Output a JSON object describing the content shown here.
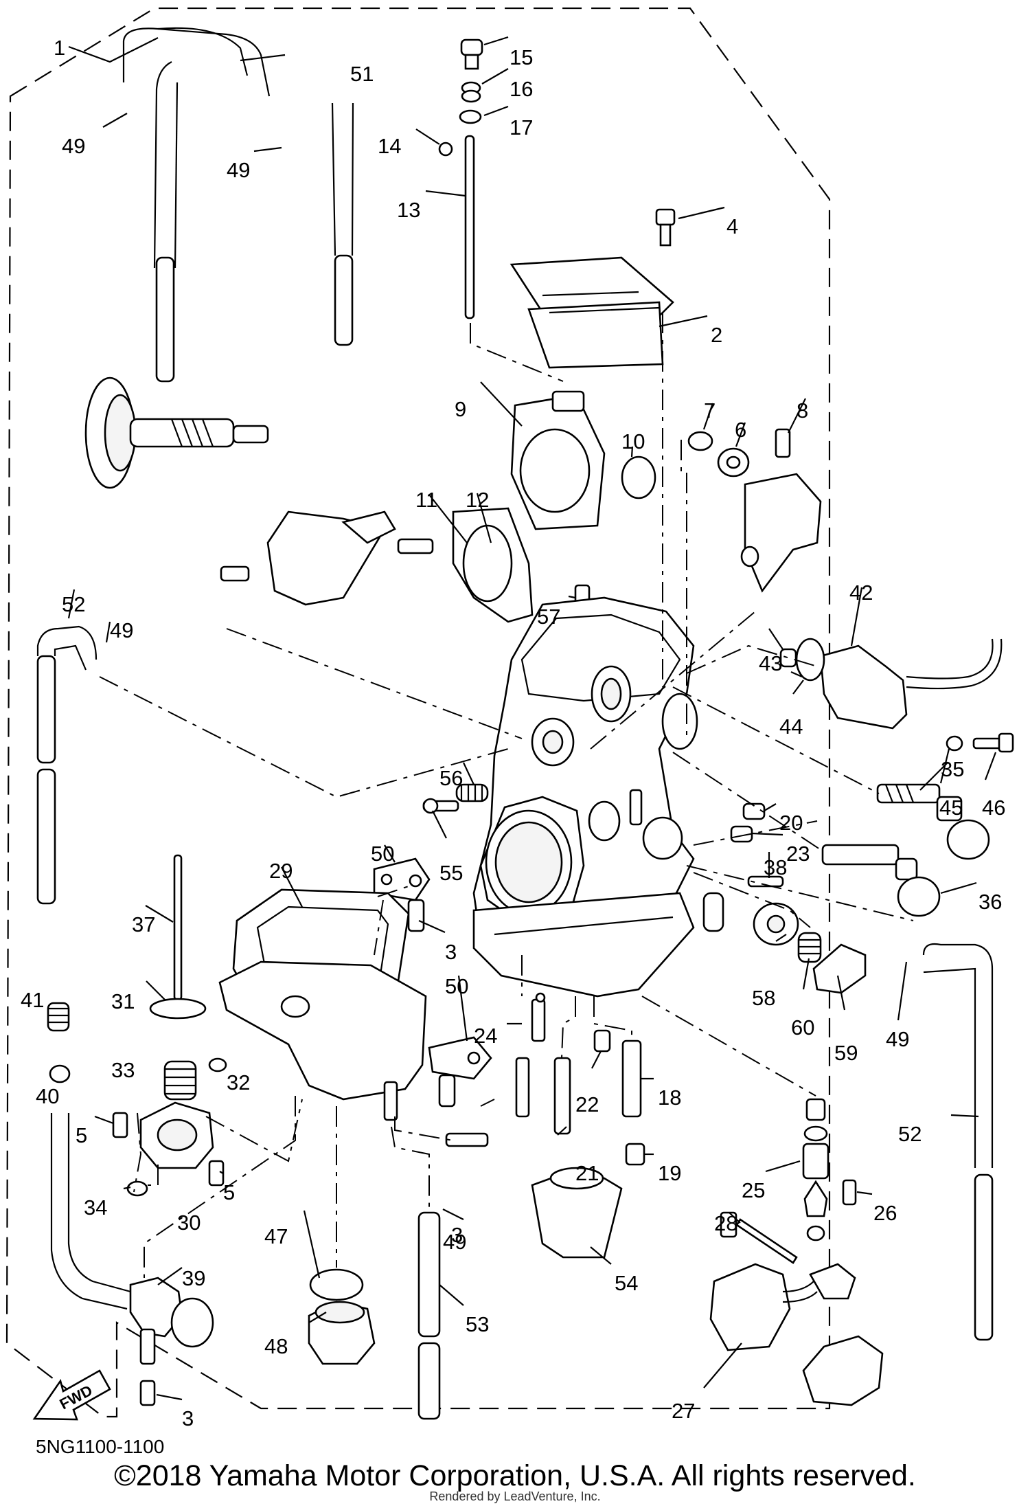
{
  "diagram": {
    "drawing_code": "5NG1100-1100",
    "copyright": "©2018 Yamaha Motor Corporation, U.S.A. All rights reserved.",
    "watermark": "Rendered by LeadVenture, Inc.",
    "fwd_label": "FWD",
    "callouts": [
      "1",
      "51",
      "49",
      "49",
      "15",
      "16",
      "17",
      "14",
      "13",
      "4",
      "2",
      "9",
      "10",
      "7",
      "6",
      "8",
      "11",
      "12",
      "57",
      "42",
      "43",
      "44",
      "45",
      "46",
      "52",
      "49",
      "56",
      "20",
      "23",
      "35",
      "55",
      "50",
      "38",
      "36",
      "29",
      "37",
      "3",
      "58",
      "60",
      "59",
      "49",
      "41",
      "31",
      "50",
      "40",
      "24",
      "33",
      "32",
      "22",
      "18",
      "5",
      "21",
      "19",
      "34",
      "30",
      "5",
      "3",
      "25",
      "26",
      "52",
      "28",
      "47",
      "49",
      "54",
      "39",
      "48",
      "53",
      "27",
      "3"
    ]
  }
}
